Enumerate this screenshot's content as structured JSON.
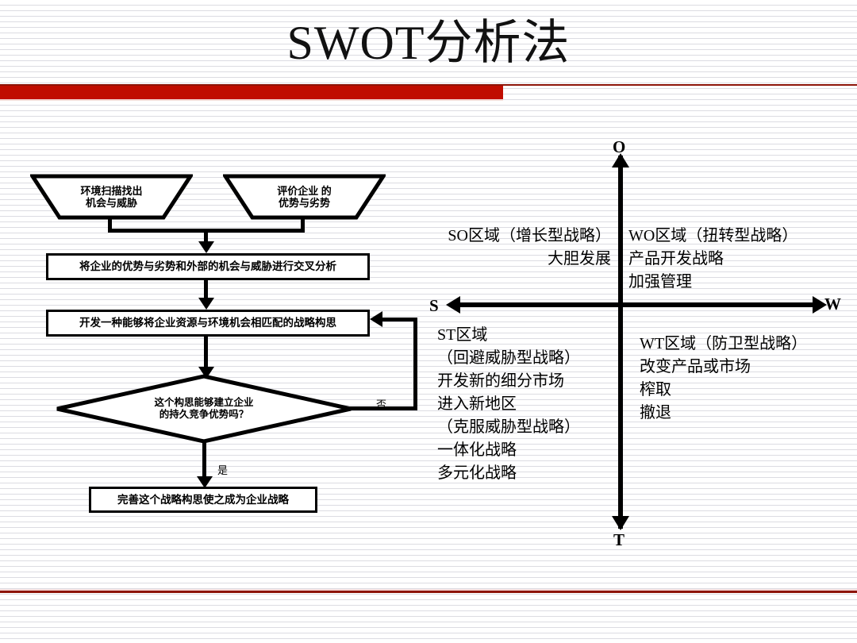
{
  "slide": {
    "title": "SWOT分析法",
    "accent_color": "#c00d00",
    "rule_color": "#8d1408",
    "background_color": "#fefeff"
  },
  "flowchart": {
    "node_scan_environment": "环境扫描找出\n机会与威胁",
    "node_evaluate_firm": "评价企业 的\n优势与劣势",
    "node_cross_analysis": "将企业的优势与劣势和外部的机会与威胁进行交叉分析",
    "node_develop_concept": "开发一种能够将企业资源与环境机会相匹配的战略构思",
    "node_decision": "这个构思能够建立企业\n的持久竞争优势吗？",
    "node_finalize": "完善这个战略构思使之成为企业战略",
    "edge_label_no": "否",
    "edge_label_yes": "是"
  },
  "swot_matrix": {
    "axis_top_label": "O",
    "axis_bottom_label": "T",
    "axis_left_label": "S",
    "axis_right_label": "W",
    "quadrant_so": "SO区域（增长型战略）\n大胆发展",
    "quadrant_wo": "WO区域（扭转型战略）\n产品开发战略\n加强管理",
    "quadrant_st": "ST区域\n（回避威胁型战略）\n开发新的细分市场\n进入新地区\n（克服威胁型战略）\n一体化战略\n多元化战略",
    "quadrant_wt": "WT区域（防卫型战略）\n改变产品或市场\n榨取\n撤退"
  }
}
